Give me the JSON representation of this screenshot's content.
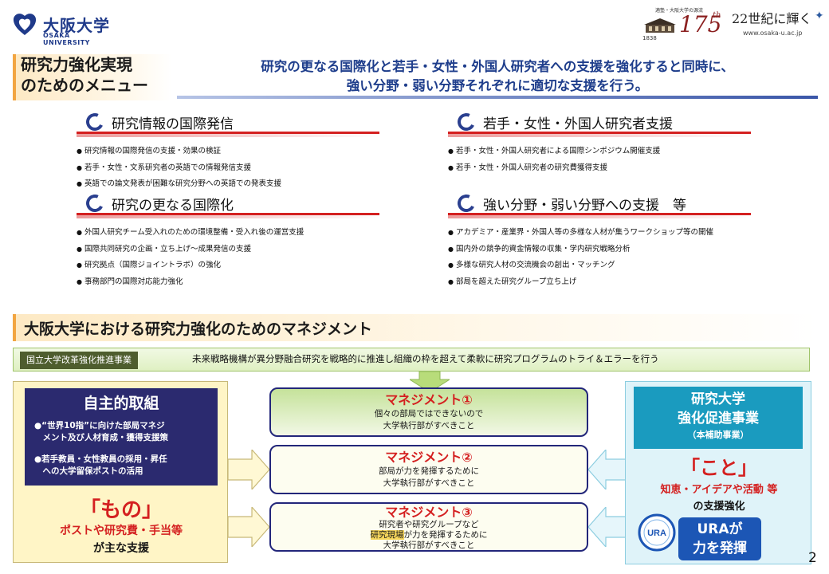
{
  "header": {
    "university_name": "大阪大学",
    "university_name_en": "OSAKA UNIVERSITY",
    "anniversary_caption": "適塾・大阪大学の源流",
    "anniversary_year": "1838",
    "anniversary_number": "175",
    "anniversary_suffix": "th",
    "century_text": "22世紀に輝く",
    "url": "www.osaka-u.ac.jp"
  },
  "menu": {
    "title_line1": "研究力強化実現",
    "title_line2": "のためのメニュー",
    "mission_line1": "研究の更なる国際化と若手・女性・外国人研究者への支援を強化すると同時に、",
    "mission_line2": "強い分野・弱い分野それぞれに適切な支援を行う。",
    "blocks": [
      {
        "title": "研究情報の国際発信",
        "items": [
          "研究情報の国際発信の支援・効果の検証",
          "若手・女性・文系研究者の英語での情報発信支援",
          "英語での論文発表が困難な研究分野への英語での発表支援"
        ]
      },
      {
        "title": "若手・女性・外国人研究者支援",
        "items": [
          "若手・女性・外国人研究者による国際シンポジウム開催支援",
          "若手・女性・外国人研究者の研究費獲得支援"
        ]
      },
      {
        "title": "研究の更なる国際化",
        "items": [
          "外国人研究チーム受入れのための環境整備・受入れ後の運営支援",
          "国際共同研究の企画・立ち上げ～成果発信の支援",
          "研究拠点（国際ジョイントラボ）の強化",
          "事務部門の国際対応能力強化"
        ]
      },
      {
        "title": "強い分野・弱い分野への支援　等",
        "items": [
          "アカデミア・産業界・外国人等の多様な人材が集うワークショップ等の開催",
          "国内外の競争的資金情報の収集・学内研究戦略分析",
          "多様な研究人材の交流機会の創出・マッチング",
          "部局を超えた研究グループ立ち上げ"
        ]
      }
    ]
  },
  "management": {
    "title": "大阪大学における研究力強化のためのマネジメント",
    "banner_label": "国立大学改革強化推進事業",
    "banner_text": "未来戦略機構が異分野融合研究を戦略的に推進し組織の枠を超えて柔軟に研究プログラムのトライ＆エラーを行う",
    "left": {
      "title": "自主的取組",
      "item1_line1": "●“世界10指”に向けた部局マネジ",
      "item1_line2": "　メント及び人材育成・獲得支援策",
      "item2_line1": "●若手教員・女性教員の採用・昇任",
      "item2_line2": "　への大学留保ポストの活用",
      "mono": "「もの」",
      "mono_sub": "ポストや研究費・手当等",
      "mono_sub2": "が主な支援"
    },
    "boxes": [
      {
        "title": "マネジメント①",
        "line1": "個々の部局ではできないので",
        "line2": "大学執行部がすべきこと"
      },
      {
        "title": "マネジメント②",
        "line1": "部局が力を発揮するために",
        "line2": "大学執行部がすべきこと"
      },
      {
        "title": "マネジメント③",
        "line1": "研究者や研究グループなど",
        "line2_highlight": "研究現場",
        "line2_rest": "が力を発揮するために",
        "line3": "大学執行部がすべきこと"
      }
    ],
    "right": {
      "title_line1": "研究大学",
      "title_line2": "強化促進事業",
      "title_line3": "（本補助事業）",
      "koto": "「こと」",
      "koto_sub": "知恵・アイデアや活動 等",
      "koto_sub2": "の支援強化",
      "ura_badge_line1": "URAが",
      "ura_badge_line2": "力を発揮",
      "ura_logo_text": "URA"
    }
  },
  "page_number": "2",
  "colors": {
    "brand_blue": "#1f3a8a",
    "accent_red": "#d42020",
    "navy_box": "#2b2a6f",
    "teal_box": "#1a9bbf",
    "ura_blue": "#1c56b5"
  }
}
